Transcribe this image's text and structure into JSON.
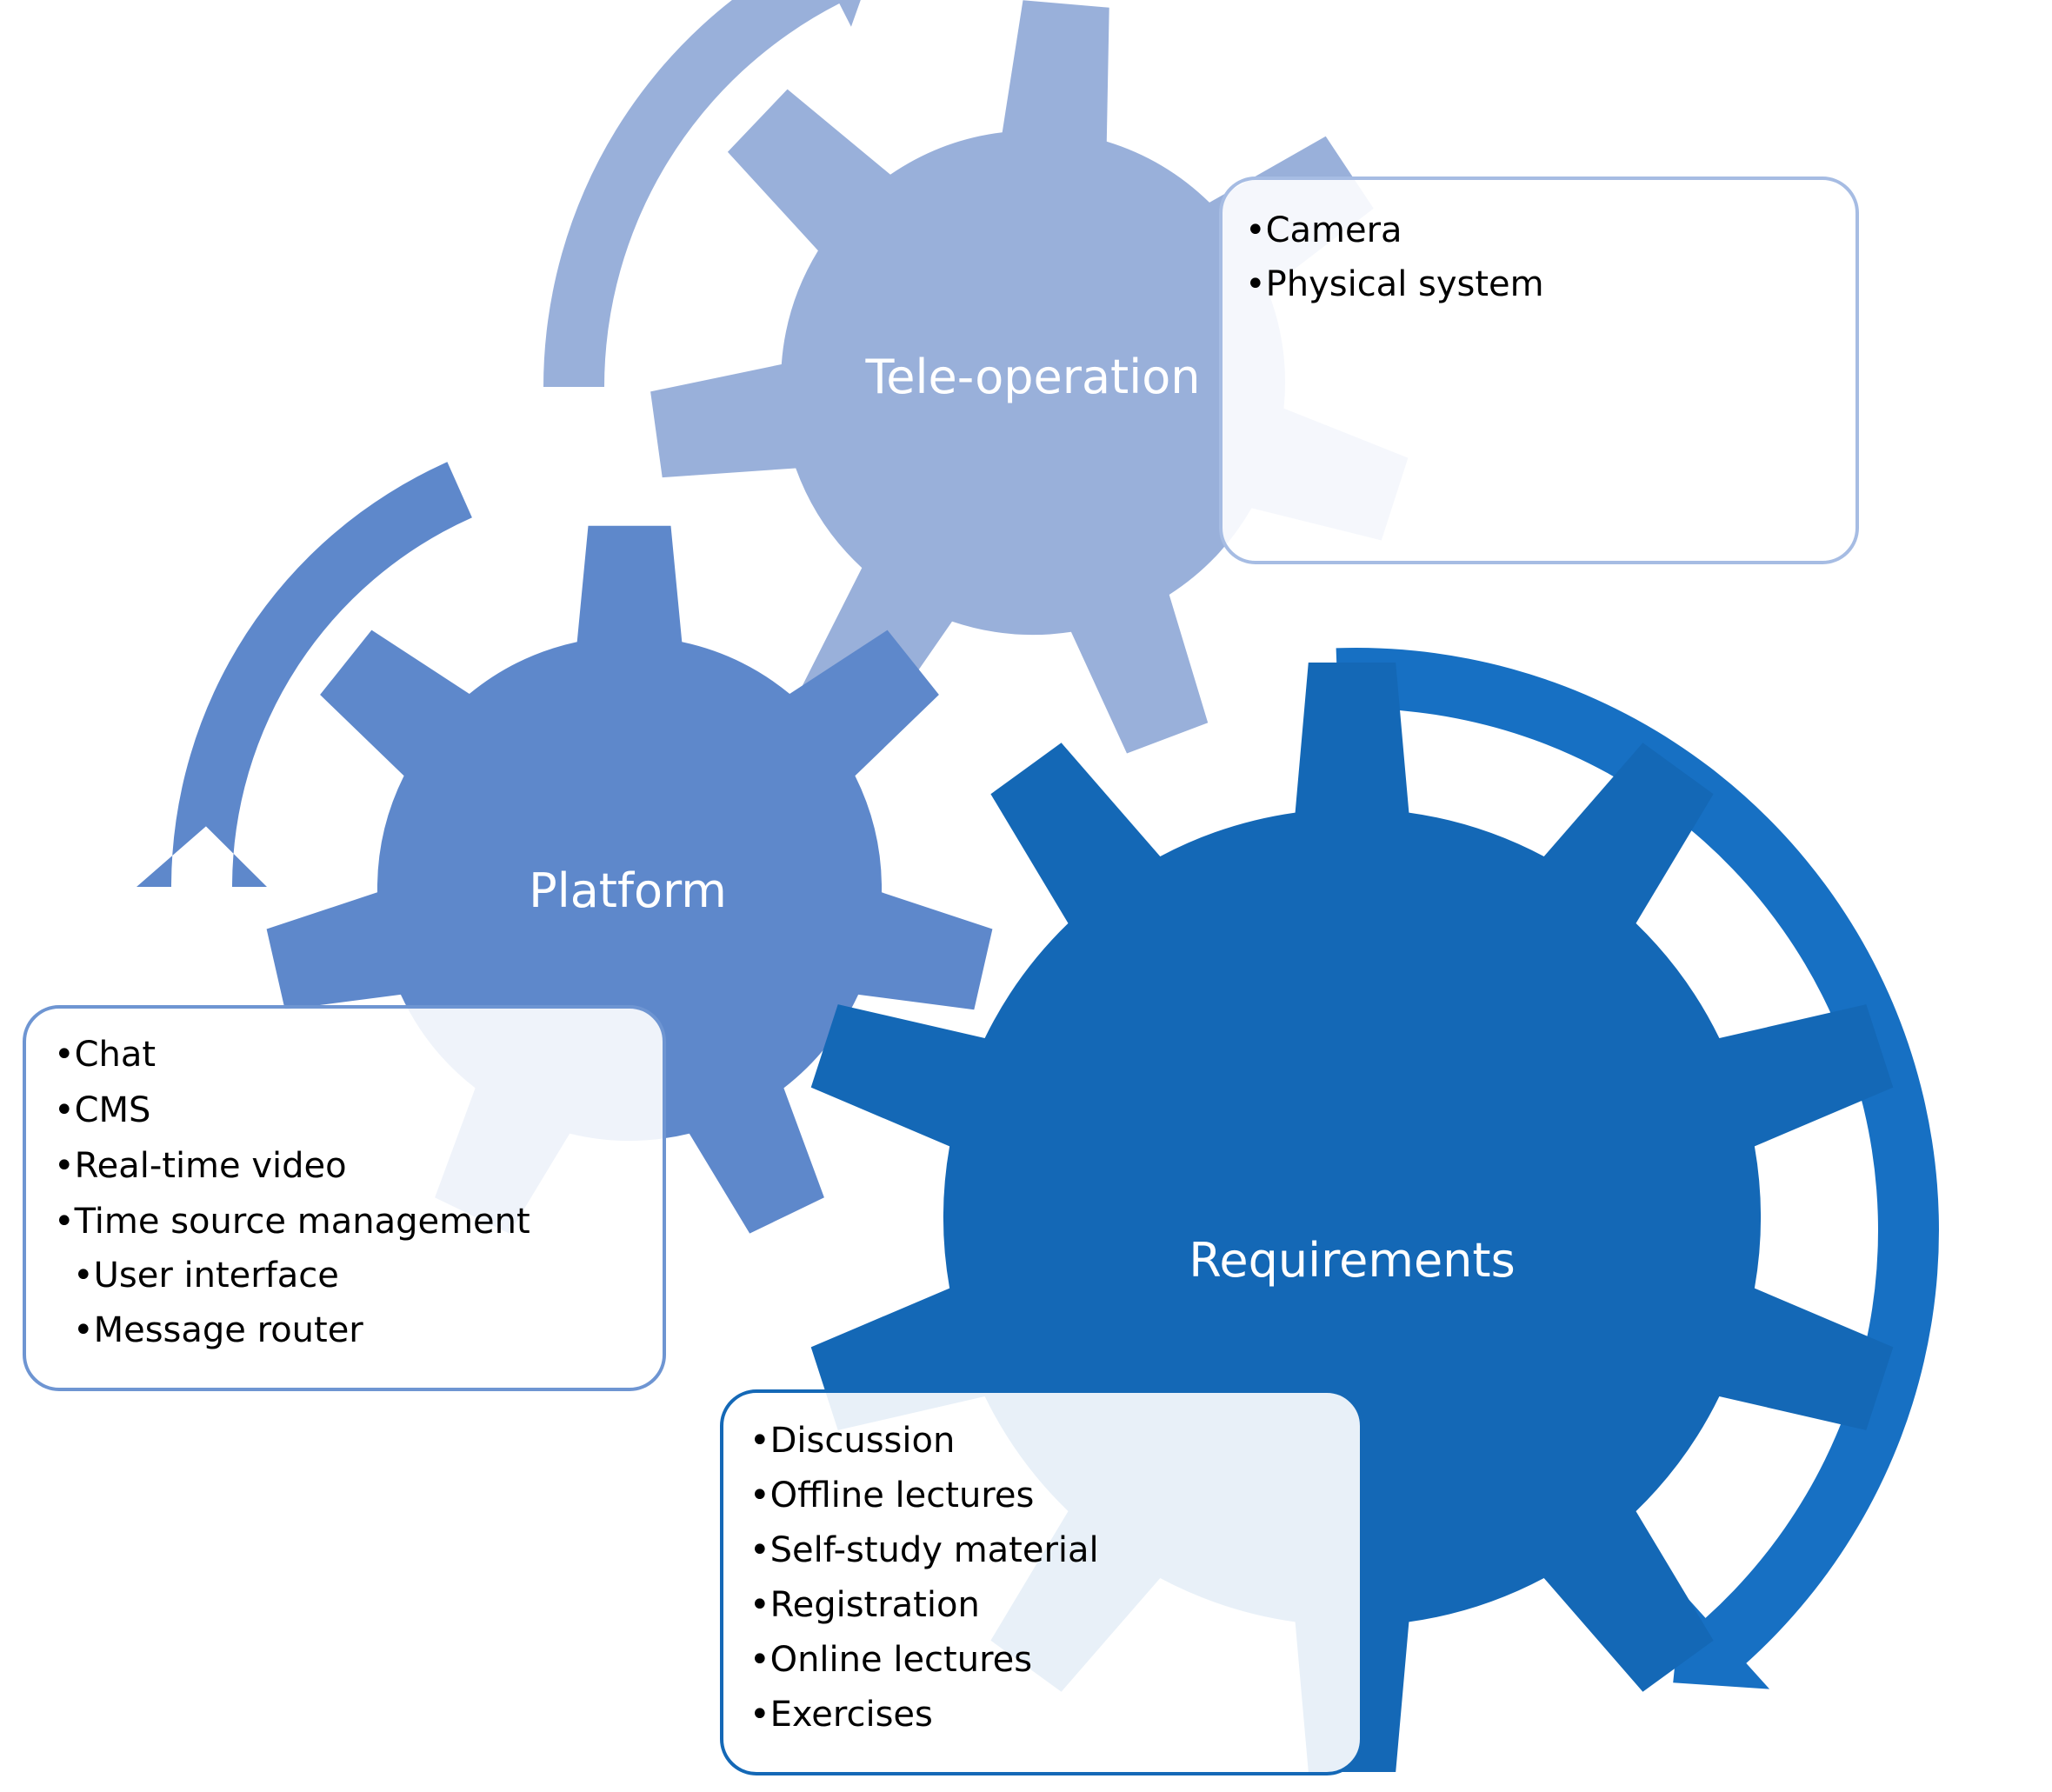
{
  "colors": {
    "tele_gear": "#99B0DA",
    "platform_gear": "#5E88CB",
    "requirements_gear": "#1468B6",
    "requirements_arrow": "#1770C3",
    "box_border_light": "#A6BCE3",
    "box_border_mid": "#6E95D2",
    "box_border_dark": "#1468B6"
  },
  "gears": {
    "tele": {
      "label": "Tele-operation"
    },
    "platform": {
      "label": "Platform"
    },
    "requirements": {
      "label": "Requirements"
    }
  },
  "boxes": {
    "tele": {
      "items": [
        "Camera",
        "Physical system"
      ]
    },
    "platform": {
      "items": [
        "Chat",
        "CMS",
        "Real-time video",
        "Time source management",
        "User interface",
        "Message router"
      ]
    },
    "requirements": {
      "items": [
        "Discussion",
        "Offline lectures",
        "Self-study material",
        "Registration",
        "Online lectures",
        "Exercises"
      ]
    }
  }
}
